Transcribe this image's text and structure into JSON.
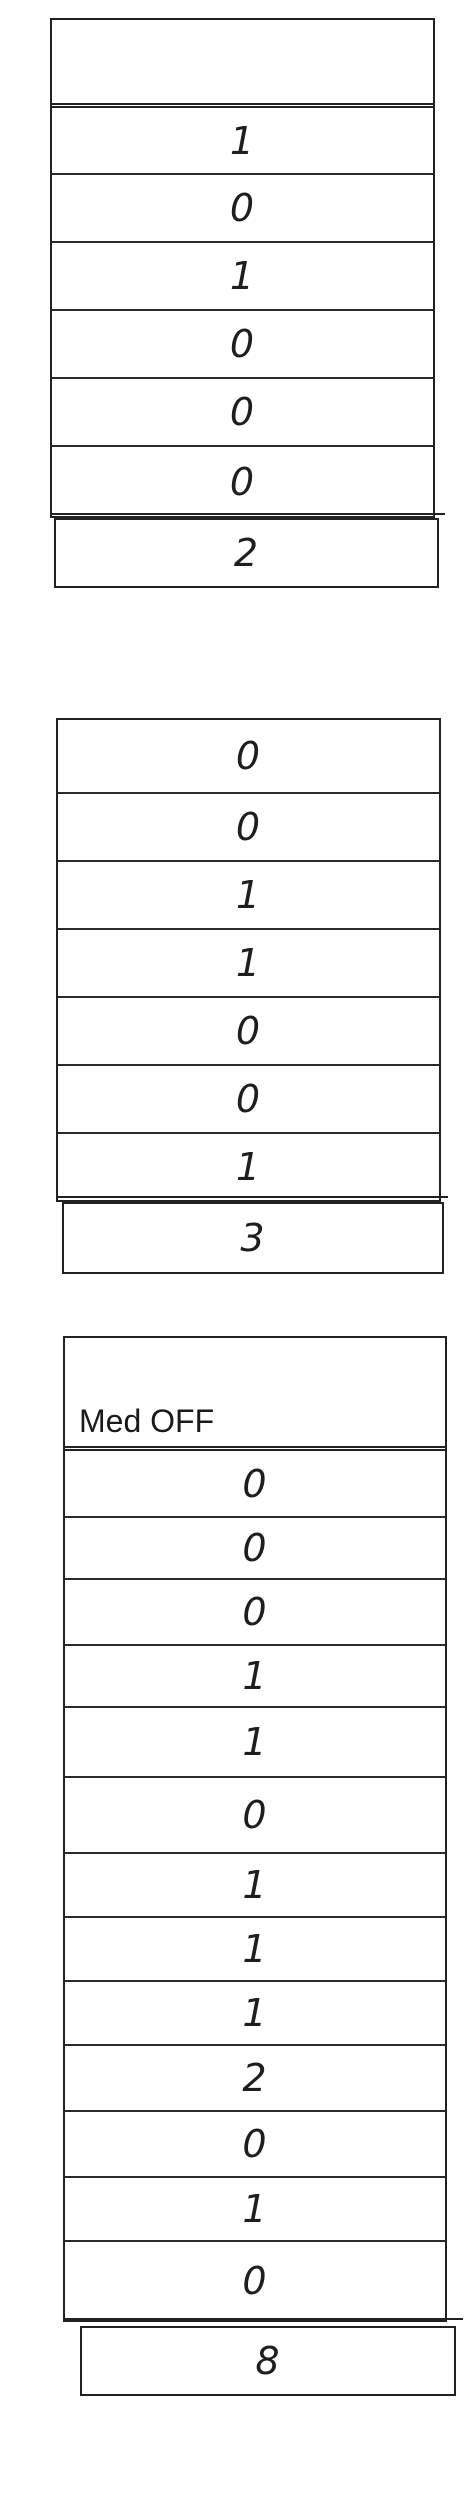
{
  "table1": {
    "header": "",
    "values": [
      "1",
      "0",
      "1",
      "0",
      "0",
      "0"
    ],
    "total": "2"
  },
  "table2": {
    "values": [
      "0",
      "0",
      "1",
      "1",
      "0",
      "0",
      "1"
    ],
    "total": "3"
  },
  "table3": {
    "header": "Med OFF",
    "values": [
      "0",
      "0",
      "0",
      "1",
      "1",
      "0",
      "1",
      "1",
      "1",
      "2",
      "0",
      "1",
      "0"
    ],
    "total": "8"
  }
}
